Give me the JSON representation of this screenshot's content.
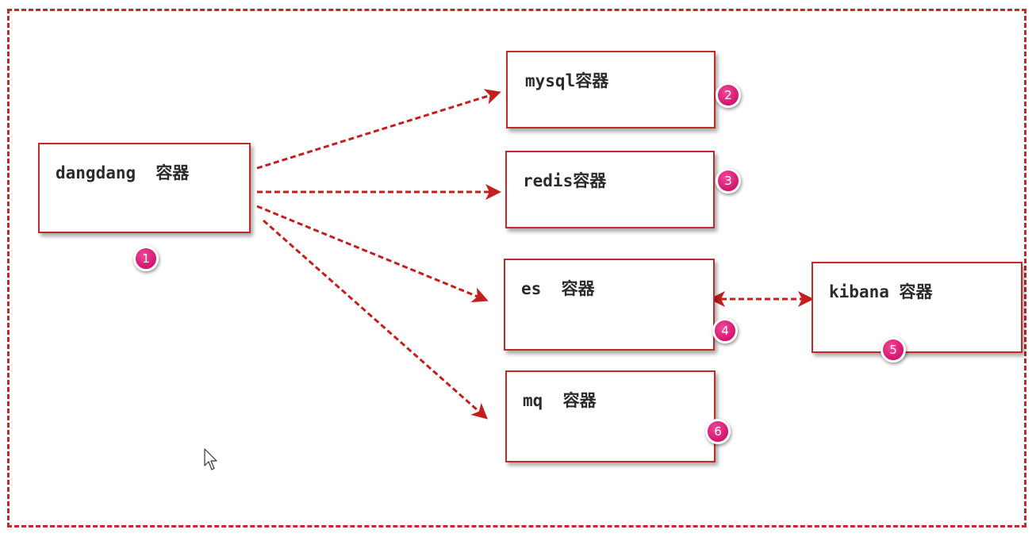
{
  "colors": {
    "frame": "#c8282a",
    "arrow": "#c41f1f",
    "badge": "#d81b74"
  },
  "nodes": {
    "dangdang": {
      "label": "dangdang  容器",
      "badge": "1"
    },
    "mysql": {
      "label": "mysql容器",
      "badge": "2"
    },
    "redis": {
      "label": "redis容器",
      "badge": "3"
    },
    "es": {
      "label": "es  容器",
      "badge": "4"
    },
    "kibana": {
      "label": "kibana 容器",
      "badge": "5"
    },
    "mq": {
      "label": "mq  容器",
      "badge": "6"
    }
  },
  "edges": [
    {
      "from": "dangdang",
      "to": "mysql",
      "style": "dashed-arrow"
    },
    {
      "from": "dangdang",
      "to": "redis",
      "style": "dashed-arrow"
    },
    {
      "from": "dangdang",
      "to": "es",
      "style": "dashed-arrow"
    },
    {
      "from": "dangdang",
      "to": "mq",
      "style": "dashed-arrow"
    },
    {
      "from": "es",
      "to": "kibana",
      "style": "dashed-double-arrow"
    }
  ],
  "cursor_icon": "mouse-pointer-icon"
}
